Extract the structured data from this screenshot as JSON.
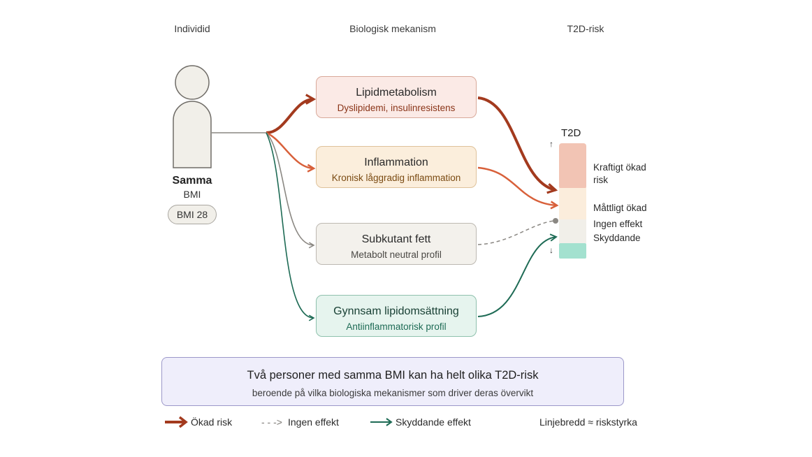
{
  "columns": {
    "individual": "Individid",
    "mechanism": "Biologisk mekanism",
    "risk": "T2D-risk"
  },
  "person": {
    "title": "Samma",
    "subtitle": "BMI",
    "badge": "BMI 28"
  },
  "mechanisms": [
    {
      "title": "Lipidmetabolism",
      "subtitle": "Dyslipidemi, insulinresistens"
    },
    {
      "title": "Inflammation",
      "subtitle": "Kronisk låggradig inflammation"
    },
    {
      "title": "Subkutant fett",
      "subtitle": "Metabolt neutral profil"
    },
    {
      "title": "Gynnsam lipidomsättning",
      "subtitle": "Antiinflammatorisk profil"
    }
  ],
  "risk_bar": {
    "title": "T2D",
    "up_arrow": "↑",
    "down_arrow": "↓",
    "levels": [
      {
        "label": "Kraftigt ökad",
        "label2": "risk",
        "color": "#f2c4b4"
      },
      {
        "label": "Måttligt ökad",
        "color": "#fbeddc"
      },
      {
        "label": "Ingen effekt",
        "color": "#f1efe9"
      },
      {
        "label": "Skyddande",
        "color": "#a3e1cf"
      }
    ]
  },
  "summary": {
    "title": "Två personer med samma BMI kan ha helt olika T2D-risk",
    "subtitle": "beroende på vilka biologiska mekanismer som driver deras övervikt"
  },
  "legend": {
    "increased": "Ökad risk",
    "none_arrow": "- - ->",
    "none": "Ingen effekt",
    "protective": "Skyddande effekt",
    "width_note": "Linjebredd ≈ riskstyrka"
  },
  "colors": {
    "increased_strong": "#a33a1e",
    "increased_moderate": "#d8603a",
    "neutral": "#8a8782",
    "protective": "#1e6b55"
  }
}
